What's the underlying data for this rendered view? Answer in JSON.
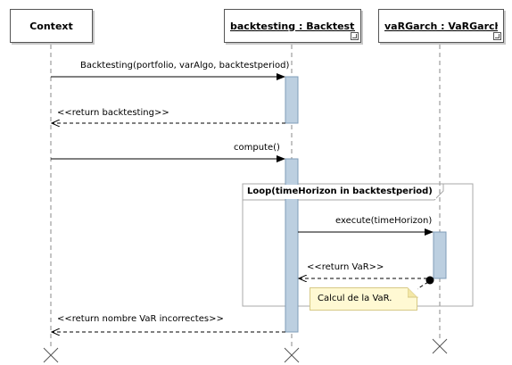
{
  "lifelines": [
    {
      "id": "context",
      "label": "Context"
    },
    {
      "id": "backtesting",
      "label": "backtesting : Backtesting"
    },
    {
      "id": "vargarch",
      "label": "vaRGarch : VaRGarch"
    }
  ],
  "messages": {
    "m1": "Backtesting(portfolio, varAlgo, backtestperiod)",
    "m2": "<<return backtesting>>",
    "m3": "compute()",
    "m4": "execute(timeHorizon)",
    "m5": "<<return VaR>>",
    "m6": "<<return nombre VaR incorrectes>>"
  },
  "loop_frame": {
    "label": "Loop(timeHorizon in backtestperiod)"
  },
  "note": {
    "text": "Calcul de la VaR."
  },
  "colors": {
    "activation_fill": "#bccfe0",
    "activation_stroke": "#7f9db9",
    "note_fill": "#fff9d3",
    "frame_stroke": "#a8a8a8"
  }
}
